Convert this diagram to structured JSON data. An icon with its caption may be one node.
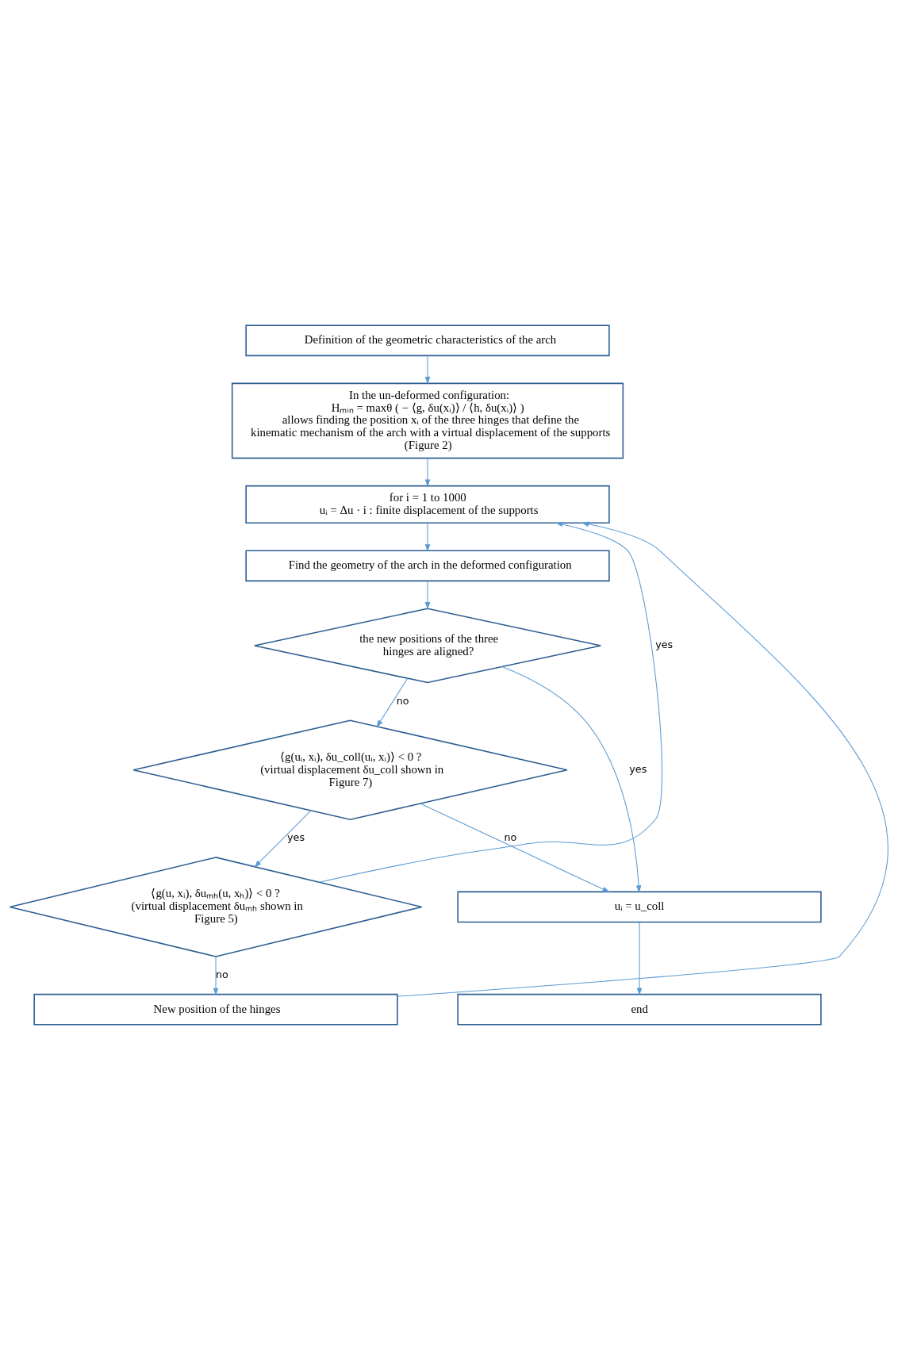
{
  "diagram": {
    "nodes": [
      {
        "text": [
          "Definition of the geometric characteristics of the arch"
        ]
      },
      {
        "text": [
          "In the un-deformed configuration:",
          "Hₘᵢₙ = maxθ ( − ⟨g, δu(xᵢ)⟩ / ⟨h, δu(xᵢ)⟩ )",
          "allows finding the position xᵢ of the three hinges that define the kinematic mechanism of the arch with a virtual displacement of the supports (Figure 2)"
        ]
      },
      {
        "text": [
          "for i = 1 to 1000",
          "uᵢ = Δu · i : finite displacement of the supports"
        ]
      },
      {
        "text": [
          "Find the geometry of the arch in the deformed configuration"
        ]
      },
      {
        "text": [
          "the new positions of the three hinges are aligned?"
        ]
      },
      {
        "text": [
          "⟨g(uᵢ, xᵢ), δu_coll(uᵢ, xᵢ)⟩ < 0 ?",
          "(virtual displacement δu_coll shown in Figure 7)"
        ]
      },
      {
        "text": [
          "⟨g(u, xᵢ), δuₘₕ(u, xₕ)⟩ < 0 ?",
          "(virtual displacement δuₘₕ shown in Figure 5)"
        ]
      },
      {
        "text": [
          "New position of the hinges"
        ]
      },
      {
        "text": [
          "uᵢ = u_coll"
        ]
      },
      {
        "text": [
          "end"
        ]
      }
    ],
    "edges": [
      {
        "from": 0,
        "to": 1,
        "arrow": "to"
      },
      {
        "from": 1,
        "to": 2,
        "arrow": "to"
      },
      {
        "from": 2,
        "to": 3,
        "arrow": "to"
      },
      {
        "from": 3,
        "to": 4,
        "arrow": "to"
      },
      {
        "from": 4,
        "to": 5,
        "arrow": "to",
        "label": "no"
      },
      {
        "from": 5,
        "to": 6,
        "arrow": "to",
        "label": "yes"
      },
      {
        "from": 6,
        "to": 7,
        "arrow": "to",
        "label": "no"
      },
      {
        "from": 6,
        "to": 2,
        "arrow": "to",
        "label": "yes"
      },
      {
        "from": 7,
        "to": 2,
        "arrow": "to"
      },
      {
        "from": 4,
        "to": 8,
        "arrow": "to",
        "label": "yes"
      },
      {
        "from": 5,
        "to": 8,
        "arrow": "to",
        "label": "no"
      },
      {
        "from": 8,
        "to": 9,
        "arrow": "to"
      }
    ]
  }
}
